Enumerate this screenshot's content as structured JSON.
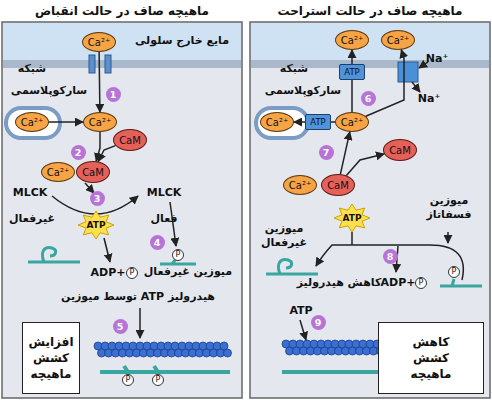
{
  "diagram": {
    "nodes": [
      {
        "text": [
          "ماهیچه صاف در حالت انقباض"
        ]
      },
      {
        "text": [
          "ماهیچه صاف در حالت استراحت"
        ]
      },
      {
        "text": [
          "Ca²⁺"
        ],
        "in": 0
      },
      {
        "text": [
          "Ca²⁺"
        ],
        "in": 0
      },
      {
        "text": [
          "Ca²⁺"
        ],
        "in": 0
      },
      {
        "text": [
          "CaM"
        ],
        "in": 0
      },
      {
        "text": [
          "Ca²⁺"
        ],
        "in": 0
      },
      {
        "text": [
          "CaM"
        ],
        "in": 0
      },
      {
        "text": [
          "ATP"
        ],
        "in": 0
      },
      {
        "text": [
          "افزایش کشش ماهیچه"
        ],
        "in": 0
      },
      {
        "text": [
          "Ca²⁺"
        ],
        "in": 1
      },
      {
        "text": [
          "Ca²⁺"
        ],
        "in": 1
      },
      {
        "text": [
          "ATP"
        ],
        "in": 1
      },
      {
        "text": [
          "Ca²⁺"
        ],
        "in": 1
      },
      {
        "text": [
          "ATP"
        ],
        "in": 1
      },
      {
        "text": [
          "Ca²⁺"
        ],
        "in": 1
      },
      {
        "text": [
          "CaM"
        ],
        "in": 1
      },
      {
        "text": [
          "Ca²⁺"
        ],
        "in": 1
      },
      {
        "text": [
          "CaM"
        ],
        "in": 1
      },
      {
        "text": [
          "ATP"
        ],
        "in": 1
      },
      {
        "text": [
          "کاهش کشش ماهیچه"
        ],
        "in": 1
      }
    ],
    "edges": [
      {
        "from": 2,
        "to": 4,
        "arrow": "to"
      },
      {
        "from": 3,
        "to": 4,
        "arrow": "to"
      },
      {
        "from": 4,
        "to": 7,
        "arrow": "to"
      },
      {
        "from": 5,
        "to": 7,
        "arrow": "to"
      },
      {
        "from": 15,
        "to": 12,
        "arrow": "none"
      },
      {
        "from": 12,
        "to": 10,
        "arrow": "to"
      },
      {
        "from": 15,
        "to": 14,
        "arrow": "none"
      },
      {
        "from": 14,
        "to": 13,
        "arrow": "to"
      },
      {
        "from": 15,
        "to": 11,
        "arrow": "to"
      },
      {
        "from": 18,
        "to": 15,
        "arrow": "to"
      },
      {
        "from": 18,
        "to": 16,
        "arrow": "to"
      }
    ],
    "labels": [
      "مایع خارج سلولی",
      "شبکه",
      "سارکوپلاسمی",
      "1",
      "2",
      "MLCK",
      "3",
      "MLCK",
      "غیرفعال",
      "فعال",
      "4",
      "P",
      "ADP+",
      "P",
      "میوزین غیرفعال",
      "هیدرولیز ATP توسط میوزین",
      "5",
      "P",
      "P",
      "شبکه",
      "سارکوپلاسمی",
      "Na⁺",
      "6",
      "Na⁺",
      "7",
      "میوزین فسفاتاز",
      "میوزین غیرفعال",
      "8",
      "کاهش هیدرولیز",
      "ADP+",
      "P",
      "P",
      "ATP",
      "9"
    ]
  }
}
